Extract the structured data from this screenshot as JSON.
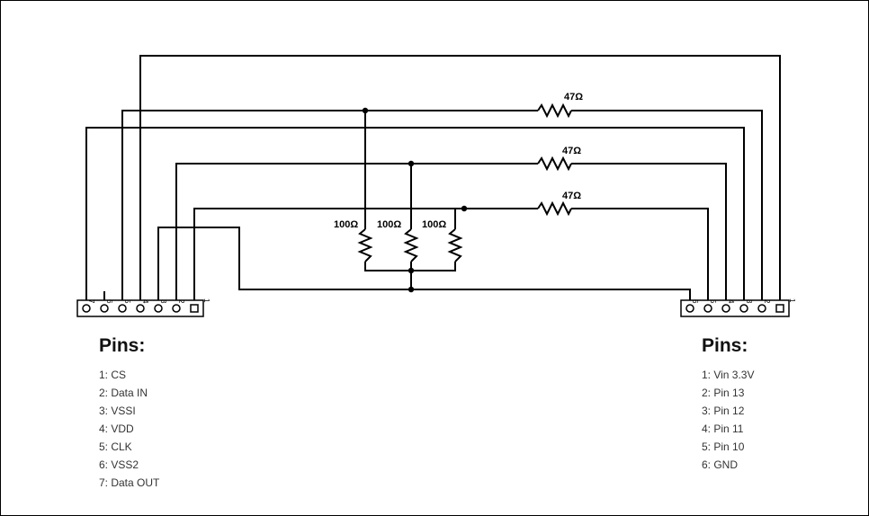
{
  "resistors": {
    "series_top": "47Ω",
    "series_mid": "47Ω",
    "series_bottom": "47Ω",
    "shunt_1": "100Ω",
    "shunt_2": "100Ω",
    "shunt_3": "100Ω"
  },
  "left_header": {
    "pin_numbers": [
      "7",
      "6",
      "5",
      "4",
      "3",
      "2",
      "1"
    ],
    "legend_title": "Pins:",
    "pins": [
      "1: CS",
      "2: Data IN",
      "3: VSSI",
      "4: VDD",
      "5: CLK",
      "6: VSS2",
      "7: Data OUT"
    ]
  },
  "right_header": {
    "pin_numbers": [
      "6",
      "5",
      "4",
      "3",
      "2",
      "1"
    ],
    "legend_title": "Pins:",
    "pins": [
      "1: Vin 3.3V",
      "2: Pin 13",
      "3: Pin 12",
      "4: Pin 11",
      "5: Pin 10",
      "6: GND"
    ]
  }
}
